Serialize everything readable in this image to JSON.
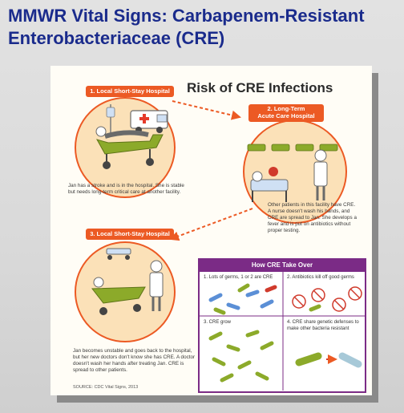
{
  "page": {
    "title": "MMWR Vital Signs: Carbapenem-Resistant Enterobacteriaceae (CRE)"
  },
  "infographic": {
    "heading": "Risk of CRE Infections",
    "step1": {
      "label": "1. Local Short-Stay Hospital",
      "text": "Jan has a stroke and is in the hospital. She is stable but needs long-term critical care at another facility."
    },
    "step2": {
      "label_line1": "2. Long-Term",
      "label_line2": "Acute Care Hospital",
      "text": "Other patients in this facility have CRE. A nurse doesn't wash his hands, and CRE are spread to Jan. She develops a fever and is put on antibiotics without proper testing."
    },
    "step3": {
      "label": "3. Local Short-Stay Hospital",
      "text": "Jan becomes unstable and goes back to the hospital, but her new doctors don't know she has CRE. A doctor doesn't wash her hands after treating Jan. CRE is spread to other patients."
    },
    "takeover": {
      "title": "How CRE Take Over",
      "cells": [
        {
          "label": "1. Lots of germs, 1 or 2 are CRE"
        },
        {
          "label": "2. Antibiotics kill off good germs"
        },
        {
          "label": "3. CRE grow"
        },
        {
          "label": "4. CRE share genetic defenses to make other bacteria resistant"
        }
      ]
    },
    "source": "SOURCE: CDC Vital Signs, 2013",
    "colors": {
      "title_blue": "#1a2b8c",
      "orange": "#ec5a24",
      "circle_fill": "#fbe1b8",
      "green": "#8caa2a",
      "purple": "#7b2b86",
      "blue_germ": "#5b8fd6"
    }
  }
}
